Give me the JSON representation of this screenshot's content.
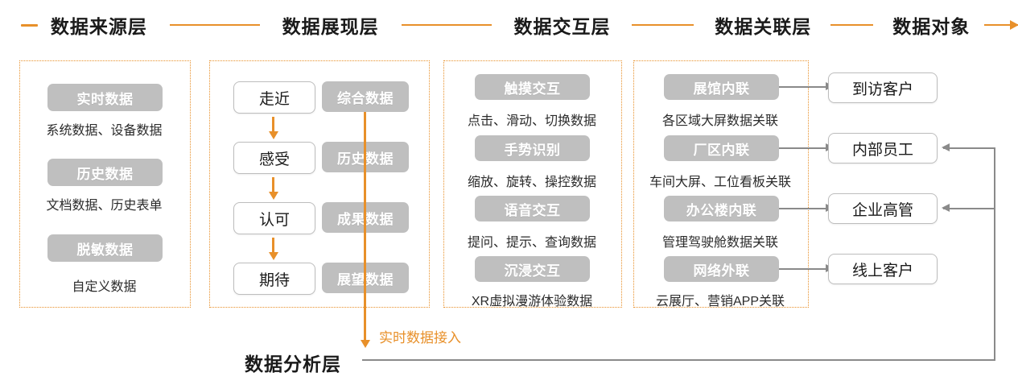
{
  "header": {
    "dash_icon": "dash-icon",
    "arrow_icon": "arrow-right-icon",
    "titles": [
      "数据来源层",
      "数据展现层",
      "数据交互层",
      "数据关联层",
      "数据对象"
    ]
  },
  "columns": {
    "source_layer": {
      "items": [
        {
          "pill": "实时数据",
          "caption": "系统数据、设备数据"
        },
        {
          "pill": "历史数据",
          "caption": "文档数据、历史表单"
        },
        {
          "pill": "脱敏数据",
          "caption": "自定义数据"
        }
      ]
    },
    "presentation_layer": {
      "stages": [
        "走近",
        "感受",
        "认可",
        "期待"
      ],
      "data_pills": [
        "综合数据",
        "历史数据",
        "成果数据",
        "展望数据"
      ]
    },
    "interaction_layer": {
      "items": [
        {
          "pill": "触摸交互",
          "caption": "点击、滑动、切换数据"
        },
        {
          "pill": "手势识别",
          "caption": "缩放、旋转、操控数据"
        },
        {
          "pill": "语音交互",
          "caption": "提问、提示、查询数据"
        },
        {
          "pill": "沉浸交互",
          "caption": "XR虚拟漫游体验数据"
        }
      ]
    },
    "relation_layer": {
      "items": [
        {
          "pill": "展馆内联",
          "caption": "各区域大屏数据关联"
        },
        {
          "pill": "厂区内联",
          "caption": "车间大屏、工位看板关联"
        },
        {
          "pill": "办公楼内联",
          "caption": "管理驾驶舱数据关联"
        },
        {
          "pill": "网络外联",
          "caption": "云展厅、营销APP关联"
        }
      ]
    },
    "data_objects": {
      "items": [
        "到访客户",
        "内部员工",
        "企业高管",
        "线上客户"
      ]
    }
  },
  "bottom": {
    "title": "数据分析层",
    "feed_label": "实时数据接入"
  },
  "colors": {
    "accent": "#E8902A",
    "pill_gray": "#BFBFBF",
    "line_gray": "#8A8A8A",
    "box_border": "#BDBDBD"
  }
}
